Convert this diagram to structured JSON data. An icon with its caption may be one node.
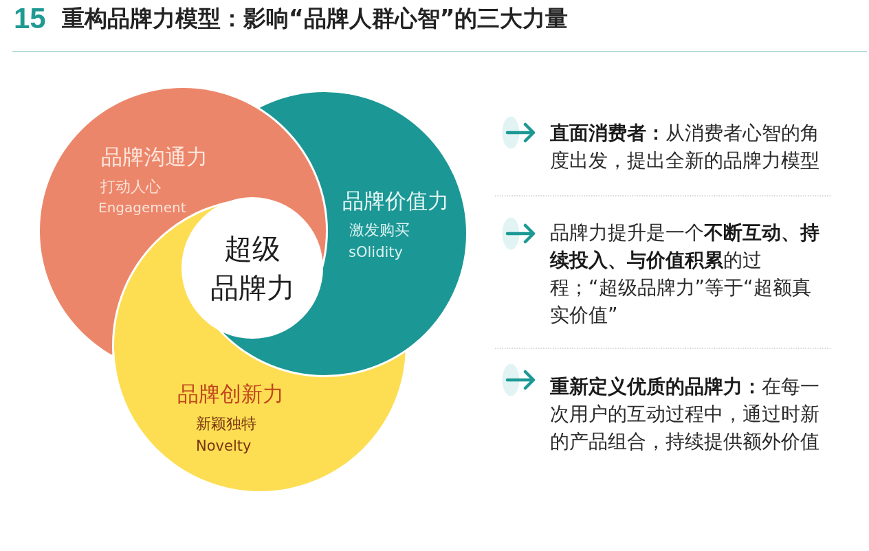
{
  "diagram": {
    "title": "重构品牌力模型：影响“品牌人群心智”的三大力量",
    "nodes": [
      {
        "text": [
          "品牌沟通力",
          "打动人心",
          "Engagement"
        ]
      },
      {
        "text": [
          "品牌价值力",
          "激发购买",
          "sOlidity"
        ]
      },
      {
        "text": [
          "超级品牌力"
        ]
      },
      {
        "text": [
          "品牌创新力",
          "新颖独特",
          "Novelty"
        ]
      }
    ],
    "labels": [
      "15",
      "**直面消费者：**从消费者心智的角度出发，提出全新的品牌力模型",
      "品牌力提升是一个**不断互动、持续投入、与价值积累**的过程；“超级品牌力”等于“超额真实价值”",
      "**重新定义优质的品牌力：**在每一次用户的互动过程中，通过时新的产品组合，持续提供额外价值"
    ]
  }
}
